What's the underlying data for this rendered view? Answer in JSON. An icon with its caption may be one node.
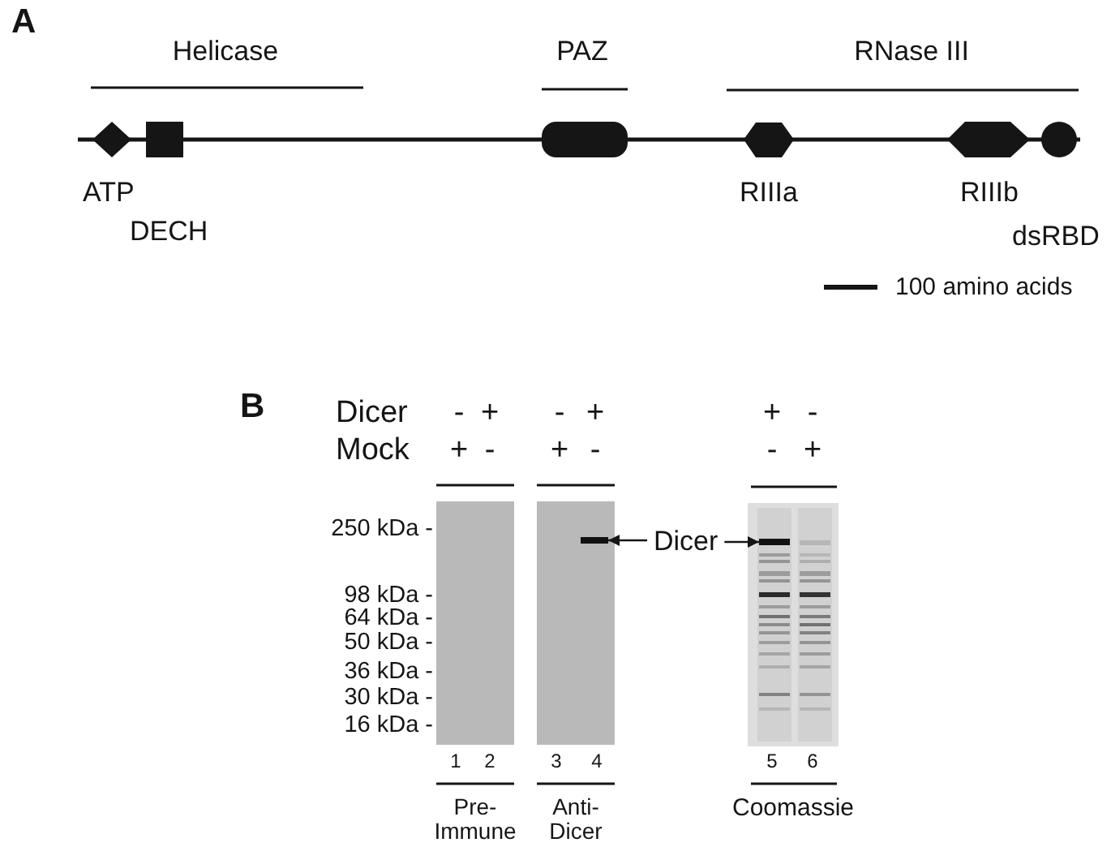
{
  "diagram": {
    "nodes": [
      {
        "text": [
          "Dicer"
        ]
      },
      {
        "text": [],
        "shape": "bar"
      },
      {
        "text": [],
        "shape": "bar"
      }
    ],
    "edges": [
      {
        "from": 0,
        "to": 1,
        "arrow": "to"
      },
      {
        "from": 0,
        "to": 2,
        "arrow": "to"
      }
    ],
    "labels": [
      "A",
      "Helicase",
      "PAZ",
      "RNase III",
      "ATP",
      "RIIIa",
      "RIIIb",
      "DECH",
      "dsRBD",
      "100 amino acids",
      "B",
      "Dicer",
      "-",
      "+",
      "-",
      "+",
      "+",
      "-",
      "Mock",
      "+",
      "-",
      "+",
      "-",
      "-",
      "+",
      "250 kDa -",
      "98 kDa -",
      "64 kDa -",
      "50 kDa -",
      "36 kDa -",
      "30 kDa -",
      "16 kDa -",
      "1",
      "2",
      "3",
      "4",
      "5",
      "6",
      "Pre- Immune",
      "Anti- Dicer",
      "Coomassie"
    ]
  }
}
